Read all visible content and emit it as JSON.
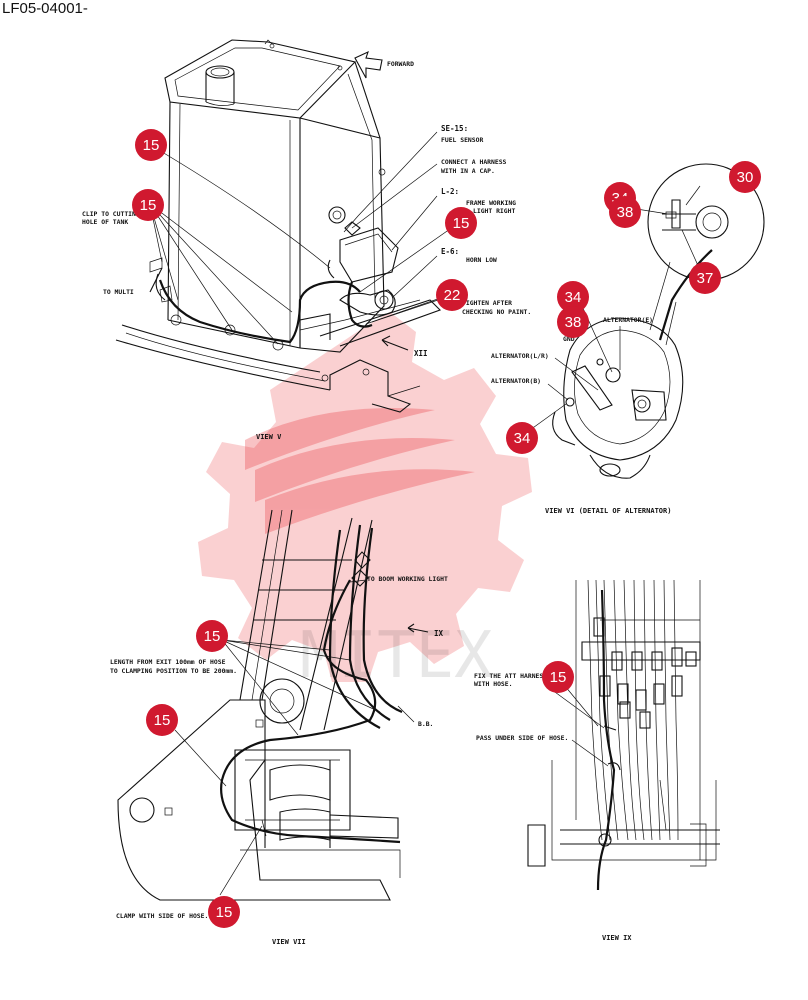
{
  "document_id": "LF05-04001-",
  "watermark": {
    "text": "MITEX",
    "color": "#e8272e"
  },
  "marker_color": "#d0192f",
  "views": {
    "v": "VIEW V",
    "vi": "VIEW VI (DETAIL OF ALTERNATOR)",
    "vii": "VIEW VII",
    "ix": "VIEW IX"
  },
  "labels": {
    "forward": "FORWARD",
    "se15_code": "SE-15:",
    "se15_name": "FUEL SENSOR",
    "cap_1": "CONNECT A HARNESS",
    "cap_2": "WITH IN A CAP.",
    "l2_code": "L-2:",
    "l2_1": "FRAME WORKING",
    "l2_2": "LIGHT RIGHT",
    "e6_code": "E-6:",
    "e6_name": "HORN LOW",
    "tighten_1": "TIGHTEN AFTER",
    "tighten_2": "CHECKING NO PAINT.",
    "clip_1": "CLIP TO CUTTING",
    "clip_2": "HOLE OF TANK",
    "to_multi": "TO MULTI",
    "xii": "XII",
    "alt_e": "ALTERNATOR(E)",
    "gnd": "GND",
    "alt_lr": "ALTERNATOR(L/R)",
    "alt_b": "ALTERNATOR(B)",
    "to_boom": "TO BOOM WORKING LIGHT",
    "ix_arrow": "IX",
    "len_1": "LENGTH FROM EXIT 100mm OF HOSE",
    "len_2": "TO CLAMPING POSITION TO BE 200mm.",
    "bb": "B.B.",
    "clamp": "CLAMP WITH SIDE OF HOSE.",
    "fix_1": "FIX THE ATT HARNESS",
    "fix_2": "WITH HOSE.",
    "pass": "PASS UNDER SIDE OF HOSE."
  },
  "markers": [
    "15",
    "15",
    "15",
    "22",
    "34",
    "38",
    "34",
    "30",
    "34",
    "38",
    "37",
    "15",
    "15",
    "15",
    "15"
  ]
}
